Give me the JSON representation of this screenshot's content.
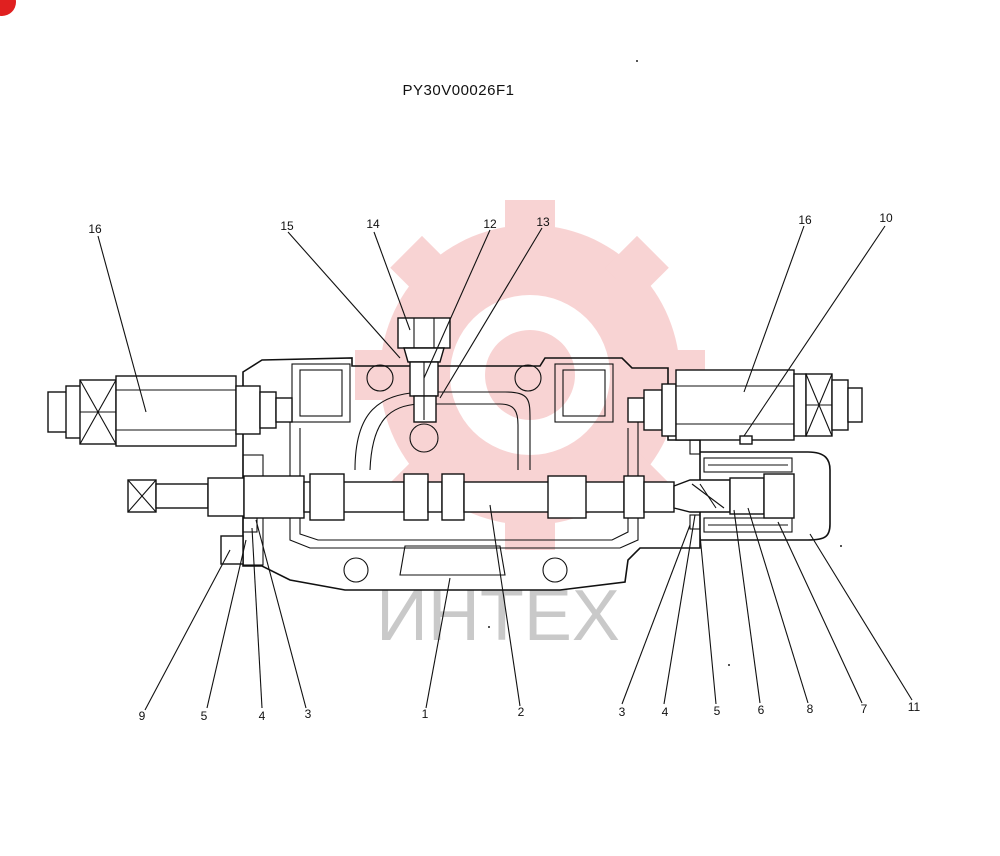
{
  "drawing": {
    "part_number": "PY30V00026F1",
    "watermark_text": "ИНТЕХ",
    "watermark_color": "#e43a3a"
  },
  "callouts": [
    "1",
    "2",
    "3",
    "4",
    "5",
    "6",
    "7",
    "8",
    "9",
    "10",
    "11",
    "12",
    "13",
    "14",
    "15",
    "16"
  ]
}
